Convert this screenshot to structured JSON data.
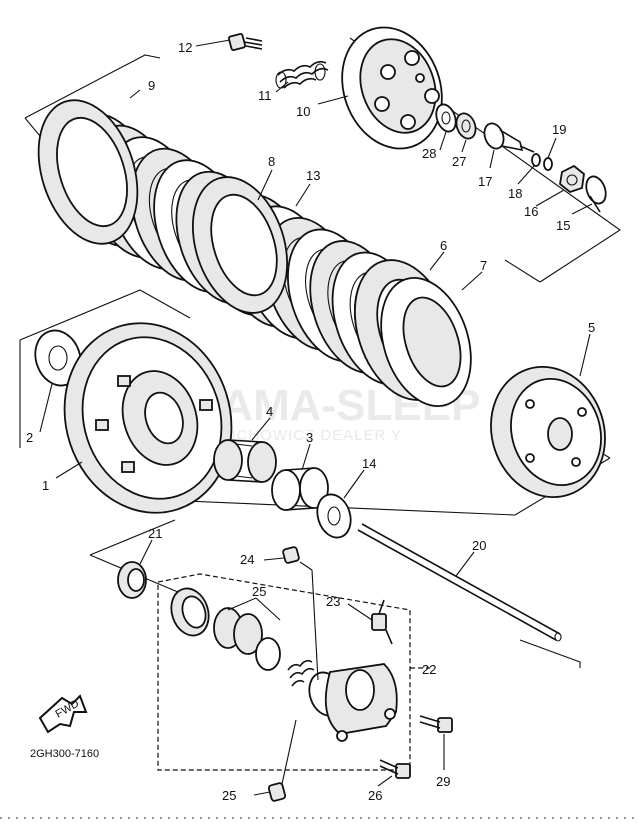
{
  "diagram_code": "2GH300-7160",
  "fwd_label": "FWD",
  "watermark": {
    "line1": "YAMA-SLEEP",
    "line2": "STRUJICHOWICZ DEALER Y"
  },
  "callouts": [
    "1",
    "2",
    "3",
    "4",
    "5",
    "6",
    "7",
    "8",
    "9",
    "10",
    "11",
    "12",
    "13",
    "14",
    "15",
    "16",
    "17",
    "18",
    "19",
    "20",
    "21",
    "22",
    "23",
    "24",
    "25",
    "25",
    "26",
    "27",
    "28",
    "29"
  ]
}
